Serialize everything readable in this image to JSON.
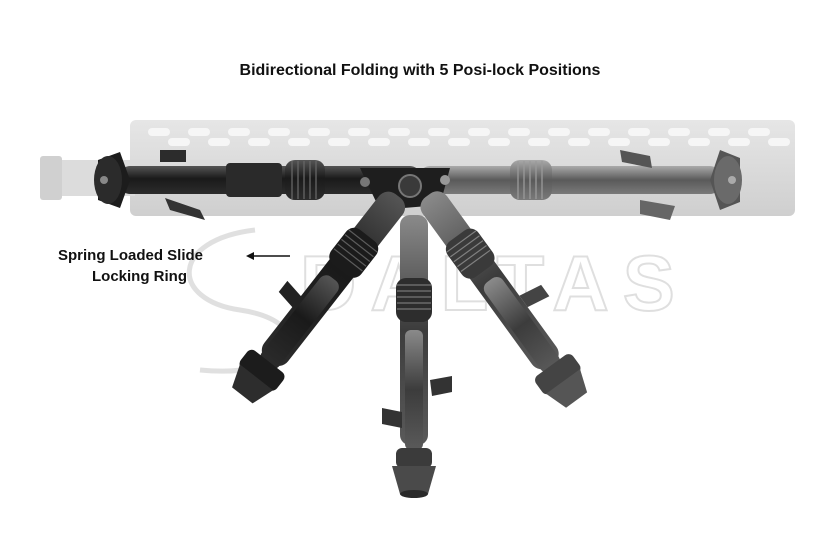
{
  "image": {
    "title": "Bidirectional Folding with 5 Posi-lock Positions",
    "callout": {
      "line1": "Spring Loaded Slide",
      "line2": "Locking Ring"
    },
    "watermark": "DALTAS",
    "colors": {
      "background": "#ffffff",
      "rail": "#d9d9d9",
      "leg_dark": "#1e1e1e",
      "leg_mid": "#3a3a3a",
      "leg_light": "#6e6e6e",
      "text": "#111111"
    },
    "leg_count": 5
  }
}
